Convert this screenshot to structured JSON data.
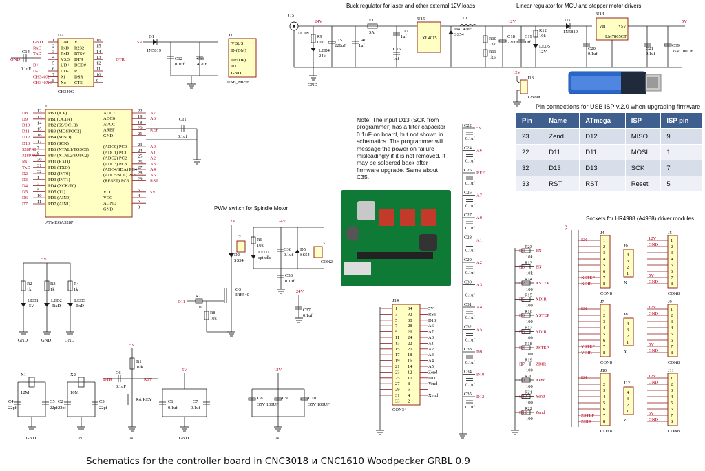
{
  "caption": "Schematics for the controller board in CNC3018 и CNC1610 Woodpecker GRBL 0.9",
  "sections": {
    "buck_title": "Buck regulator for laser and other external 12V loads",
    "linear_title": "Linear regulator for MCU and stepper motor drivers",
    "pwm_title": "PWM switch for Spindle Motor",
    "sockets_title": "Sockets for HR4988 (A4988) driver modules",
    "pin_table_title": "Pin connections for USB ISP v.2.0 when upgrading firmware"
  },
  "note": "Note: The input D13 (SCK from programmer) has a filter capacitor 0.1uF on board, but not shown in schematics. The programmer will message the power on failure misleadingly if it is not removed. It may be soldered back after firmware upgrade. Same about C35.",
  "pin_table": {
    "headers": [
      "Pin",
      "Name",
      "ATmega",
      "ISP",
      "ISP pin"
    ],
    "rows": [
      [
        "23",
        "Zend",
        "D12",
        "MISO",
        "9"
      ],
      [
        "22",
        "D11",
        "D11",
        "MOSI",
        "1"
      ],
      [
        "32",
        "D13",
        "D13",
        "SCK",
        "7"
      ],
      [
        "33",
        "RST",
        "RST",
        "Reset",
        "5"
      ]
    ]
  },
  "labels": {
    "u2_ref": "U2",
    "u2_name": "CH340G",
    "u2_left": [
      "GND",
      "TxD",
      "RxD",
      "V3.3",
      "UD+",
      "UD-",
      "Xi",
      "Xo"
    ],
    "u2_right": [
      "VCC",
      "R232",
      "RTS#",
      "DTR",
      "DCD#",
      "RI",
      "DSR",
      "CTS"
    ],
    "u2_lnum": [
      "1",
      "2",
      "3",
      "4",
      "5",
      "6",
      "7",
      "8"
    ],
    "u2_rnum": [
      "16",
      "15",
      "14",
      "13",
      "12",
      "11",
      "10",
      "9"
    ],
    "u2_lnets": [
      "GND",
      "RxD",
      "TxD",
      "",
      "D+",
      "D-",
      "CH340XI",
      "CH340XO"
    ],
    "c14": "C14",
    "c14v": "0.1uF",
    "d1": "D1",
    "d1v": "1N5819",
    "v5": "5V",
    "dtr": "DTR",
    "c12": "C12",
    "c12v": "0.1uf",
    "c13": "C13",
    "c13v": "4.7uF",
    "j1": "J1",
    "j1name": "USB_Micro",
    "j1pins": [
      "VBUS",
      "D-(DM)",
      "D+(DP)",
      "ID",
      "GND"
    ],
    "u1_ref": "U1",
    "u1_name": "ATMEGA328P",
    "u1_left": [
      "PB0 (ICP)",
      "PB1 (OC1A)",
      "PB2 (SS/OC1B)",
      "PB3 (MOSI/OC2)",
      "PB4 (MISO)",
      "PB5 (SCK)",
      "PB6 (XTAL1/TOSC1)",
      "PB7 (XTAL2/TOSC2)",
      "PD0 (RXD)",
      "PD1 (TXD)",
      "PD2 (INT0)",
      "PD3 (INT1)",
      "PD4 (XCK/T0)",
      "PD5 (T1)",
      "PD6 (AIN0)",
      "PD7 (AIN1)"
    ],
    "u1_lnets": [
      "D8",
      "D9",
      "D10",
      "D11",
      "D12",
      "D13",
      "328PXI",
      "328PXO",
      "RxD",
      "TxD",
      "D2",
      "D3",
      "D4",
      "D5",
      "D6",
      "D7"
    ],
    "u1_lnum": [
      "12",
      "13",
      "14",
      "15",
      "16",
      "17",
      "7",
      "8",
      "30",
      "31",
      "32",
      "1",
      "2",
      "9",
      "10",
      "11"
    ],
    "u1_right": [
      "ADC7",
      "ADC6",
      "AVCC",
      "AREF",
      "GND",
      "",
      "(ADC0) PC0",
      "(ADC1) PC1",
      "(ADC2) PC2",
      "(ADC3) PC3",
      "(ADC4/SDA) PC4",
      "(ADC5/SCL) PC5",
      "(RESET) PC6",
      "",
      "VCC",
      "VCC",
      "AGND",
      "GND"
    ],
    "u1_rnets": [
      "A7",
      "A6",
      "",
      "REF",
      "",
      "",
      "A0",
      "A1",
      "A2",
      "A3",
      "A4",
      "A5",
      "RST",
      "",
      "5V",
      "",
      "",
      ""
    ],
    "u1_rnum": [
      "22",
      "19",
      "18",
      "20",
      "21",
      "",
      "23",
      "24",
      "25",
      "26",
      "27",
      "28",
      "29",
      "",
      "6",
      "4",
      "5",
      "3"
    ],
    "c11": "C11",
    "c11v": "0.1uf",
    "r2": "R2",
    "r3": "R3",
    "r4": "R4",
    "rk": "1k",
    "led1": "LED1",
    "led1v": "5V",
    "led2": "LED2",
    "led2v": "RxD",
    "led3": "LED3",
    "led3v": "TxD",
    "x1": "X1",
    "x1v": "12M",
    "x2": "X2",
    "x2v": "16M",
    "c4": "C4",
    "c5": "C5",
    "c2": "C2",
    "c3": "C3",
    "c22p": "22pf",
    "r1": "R1",
    "r1v": "10k",
    "c6": "C6",
    "c6v": "0.1uF",
    "rst": "RST",
    "key": "Rst KEY",
    "c1": "C1",
    "c7": "C7",
    "c01": "0.1uf",
    "c8": "C8",
    "c9": "C9",
    "c10": "C10",
    "c35v": "35V 100UF",
    "v12": "12V",
    "v24": "24V",
    "j15": "J15",
    "dcin": "DCIN",
    "r9": "R9",
    "r9v": "10k",
    "led4": "LED4",
    "led4v": "24V",
    "c15": "C15",
    "c15v": "220uF",
    "c40": "C40",
    "c40v": "1uf",
    "f1": "F1",
    "f1v": "5A",
    "c17": "C17",
    "c16": "C16",
    "c1uf": "1uf",
    "u15": "U15",
    "u15v": "XL4015",
    "d4": "D4",
    "d4v": "SS54",
    "l1": "L1",
    "l1v": "47uH",
    "r10": "R10",
    "r10v": "13k",
    "r11": "R11",
    "r11v": "1k5",
    "c18": "C18",
    "c18v": "220uF",
    "c19": "C19",
    "r12": "R12",
    "r12v": "10k",
    "led5": "LED5",
    "led5v": "12V",
    "d3": "D3",
    "d3v": "1N5819",
    "u14": "U14",
    "u14v": "LM7805CT",
    "c20": "C20",
    "c20v": "0.1uf",
    "c21": "C21",
    "c21v": "0.1uf",
    "c39": "C39",
    "c39v": "35V 100UF",
    "j13": "J13",
    "j13v": "12Vout",
    "j2": "J2",
    "d2": "D2",
    "d2v": "SS34",
    "r6": "R6",
    "r6v": "10k",
    "led7": "LED7",
    "led7v": "spindle",
    "c36": "C36",
    "c36v": "0.1uf",
    "d5": "D5",
    "d5v": "SS54",
    "j3": "J3",
    "j3v": "CON2",
    "c38": "C38",
    "c38v": "0.1uf",
    "q3": "Q3",
    "q3v": "IRF540",
    "r7": "R7",
    "r7v": "10",
    "r8": "R8",
    "r8v": "10k",
    "d11": "D11",
    "c37": "C37",
    "c37v": "0.1uf",
    "j14": "J14",
    "j14v": "CON34",
    "j14_lnets": [
      "",
      "",
      "",
      "",
      "",
      "",
      "",
      "",
      "",
      "",
      "",
      "",
      "",
      "",
      "",
      "",
      ""
    ],
    "j14_left_num": [
      "1",
      "3",
      "5",
      "7",
      "9",
      "11",
      "13",
      "15",
      "17",
      "19",
      "21",
      "23",
      "25",
      "27",
      "29",
      "31",
      "33"
    ],
    "j14_right_num": [
      "34",
      "32",
      "30",
      "28",
      "26",
      "24",
      "22",
      "20",
      "18",
      "16",
      "14",
      "12",
      "10",
      "8",
      "6",
      "4",
      "2"
    ],
    "j14_rnets": [
      "5V",
      "RST",
      "D13",
      "A6",
      "A7",
      "A0",
      "A1",
      "A2",
      "A3",
      "A4",
      "A5",
      "Zend",
      "D11",
      "Yend",
      "",
      "Xend",
      ""
    ],
    "caps_col": [
      "C22",
      "C24",
      "C25",
      "C26",
      "C27",
      "C28",
      "C29",
      "C30",
      "C31",
      "C32",
      "C33",
      "C34",
      "C35"
    ],
    "caps_nets": [
      "5V",
      "A6",
      "REF",
      "A7",
      "A0",
      "A1",
      "A2",
      "A3",
      "A4",
      "A5",
      "D9",
      "D10",
      "D12"
    ],
    "res_col": [
      "R23",
      "R13",
      "R14",
      "R15",
      "R16",
      "R17",
      "R18",
      "R19",
      "R20",
      "R21",
      "R22"
    ],
    "res_nets": [
      "EN",
      "EN",
      "XSTEP",
      "XDIR",
      "YSTEP",
      "YDIR",
      "ZSTEP",
      "ZDIR",
      "Xend",
      "Yend",
      "Zend"
    ],
    "res_vals": [
      "10k",
      "10k",
      "100",
      "100",
      "100",
      "100",
      "100",
      "100",
      "100",
      "100",
      "100"
    ],
    "res_left": [
      "D8",
      "D8",
      "D2",
      "D5",
      "D3",
      "D6",
      "D4",
      "D7",
      "D9",
      "D10",
      "D12"
    ],
    "drv": [
      {
        "j_left": "J4",
        "j_mid": "J6",
        "j_right": "J5",
        "mid_label": "X",
        "step": "XSTEP",
        "dir": "XDIR"
      },
      {
        "j_left": "J7",
        "j_mid": "J8",
        "j_right": "J9",
        "mid_label": "Y",
        "step": "YSTEP",
        "dir": "YDIR"
      },
      {
        "j_left": "J10",
        "j_mid": "J12",
        "j_right": "J11",
        "mid_label": "Z",
        "step": "ZSTEP",
        "dir": "ZDIR"
      }
    ],
    "con8": "CON8",
    "en": "EN",
    "gnd": "GND"
  }
}
